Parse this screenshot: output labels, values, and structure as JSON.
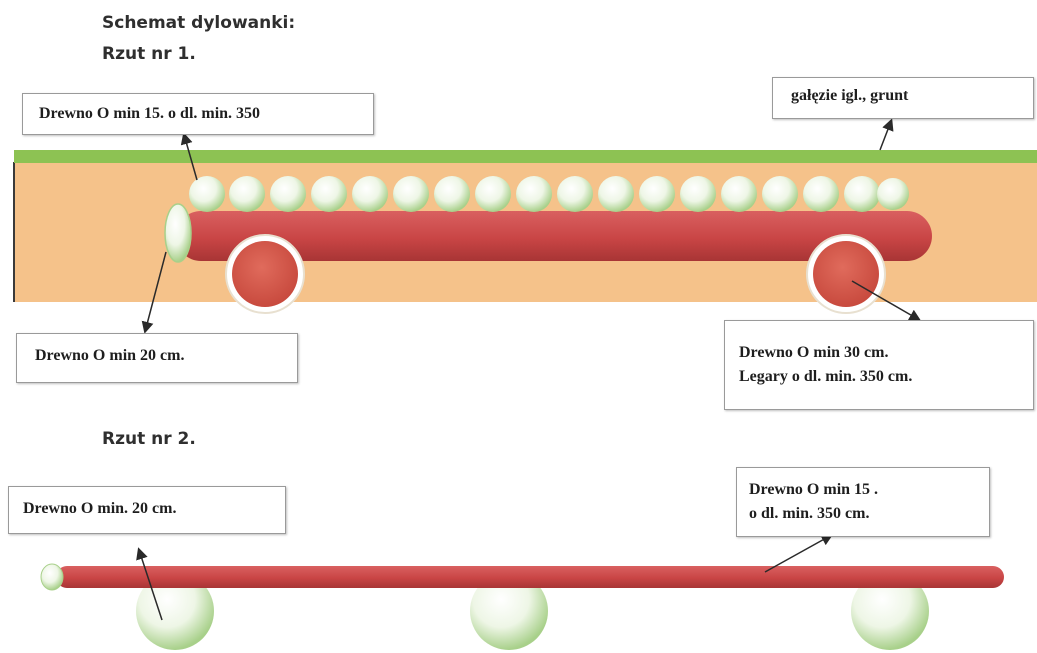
{
  "title": "Schemat dylowanki:",
  "sections": {
    "rzut1": "Rzut nr 1.",
    "rzut2": "Rzut nr 2."
  },
  "labels": {
    "r1_top_log": "Drewno  O min 15. o dl. min. 350",
    "r1_ground": "gałęzie igl., grunt",
    "r1_end_log": "Drewno  O min 20  cm.",
    "r1_legary_1": "Drewno  O min 30 cm.",
    "r1_legary_2": "Legary o dl. min. 350 cm.",
    "r2_end_log": "Drewno O min. 20 cm.",
    "r2_top_log_1": "Drewno O min 15 .",
    "r2_top_log_2": "o dl. min. 350 cm."
  },
  "colors": {
    "grass": "#8dc253",
    "soil": "#f5c28a",
    "log_red": "#c94545",
    "log_light": "#eef6e6",
    "log_light_edge": "#9fca7a"
  }
}
